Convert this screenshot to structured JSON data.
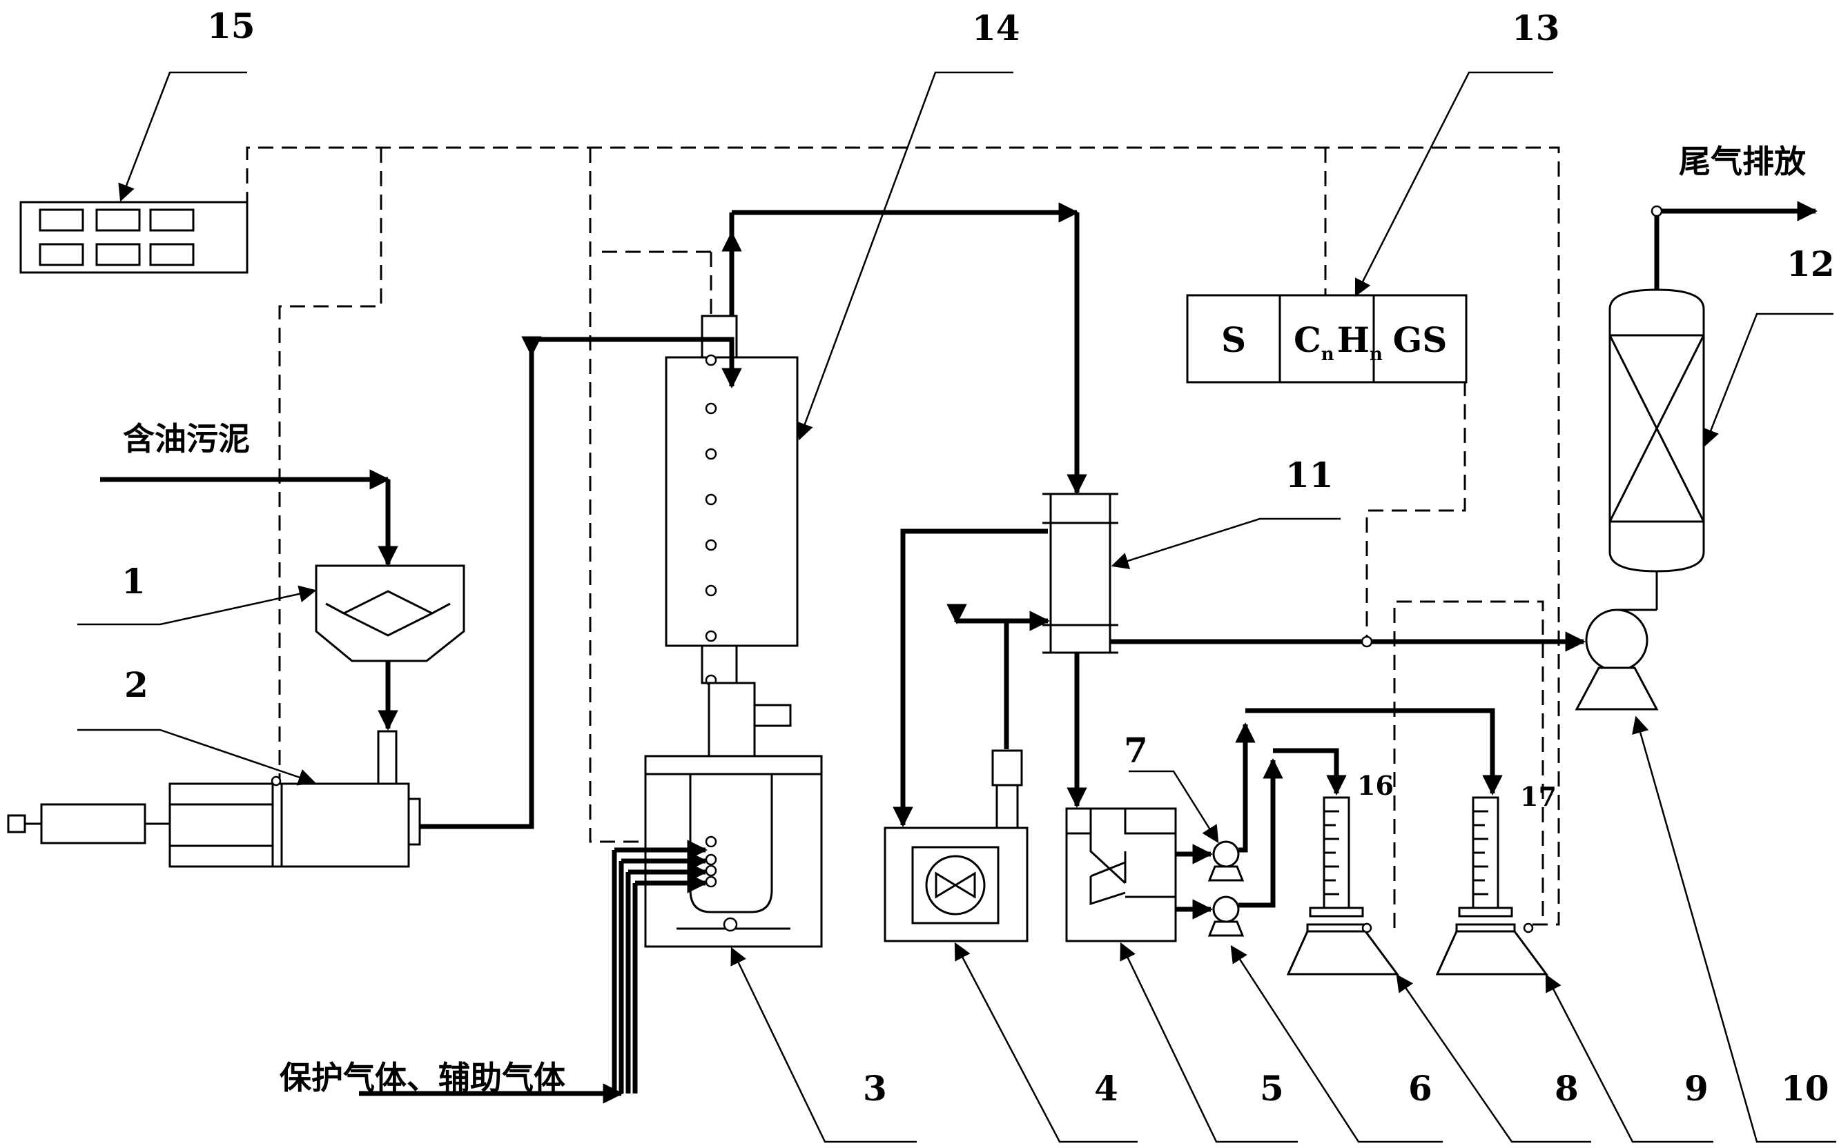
{
  "labels": {
    "oily_sludge": "含油污泥",
    "protective_gas": "保护气体、辅助气体",
    "exhaust": "尾气排放"
  },
  "analyzer_cells": {
    "s": "S",
    "cnhn_c": "C",
    "cnhn_h": "H",
    "cnhn_n": "n",
    "gs": "GS"
  },
  "component_numbers": {
    "n1": "1",
    "n2": "2",
    "n3": "3",
    "n4": "4",
    "n5": "5",
    "n6": "6",
    "n7": "7",
    "n8": "8",
    "n9": "9",
    "n10": "10",
    "n11": "11",
    "n12": "12",
    "n13": "13",
    "n14": "14",
    "n15": "15",
    "n16": "16",
    "n17": "17"
  },
  "icons": {
    "motor": "motor-icon",
    "fan": "fan-icon",
    "pump": "pump-icon",
    "blower": "blower-icon"
  }
}
